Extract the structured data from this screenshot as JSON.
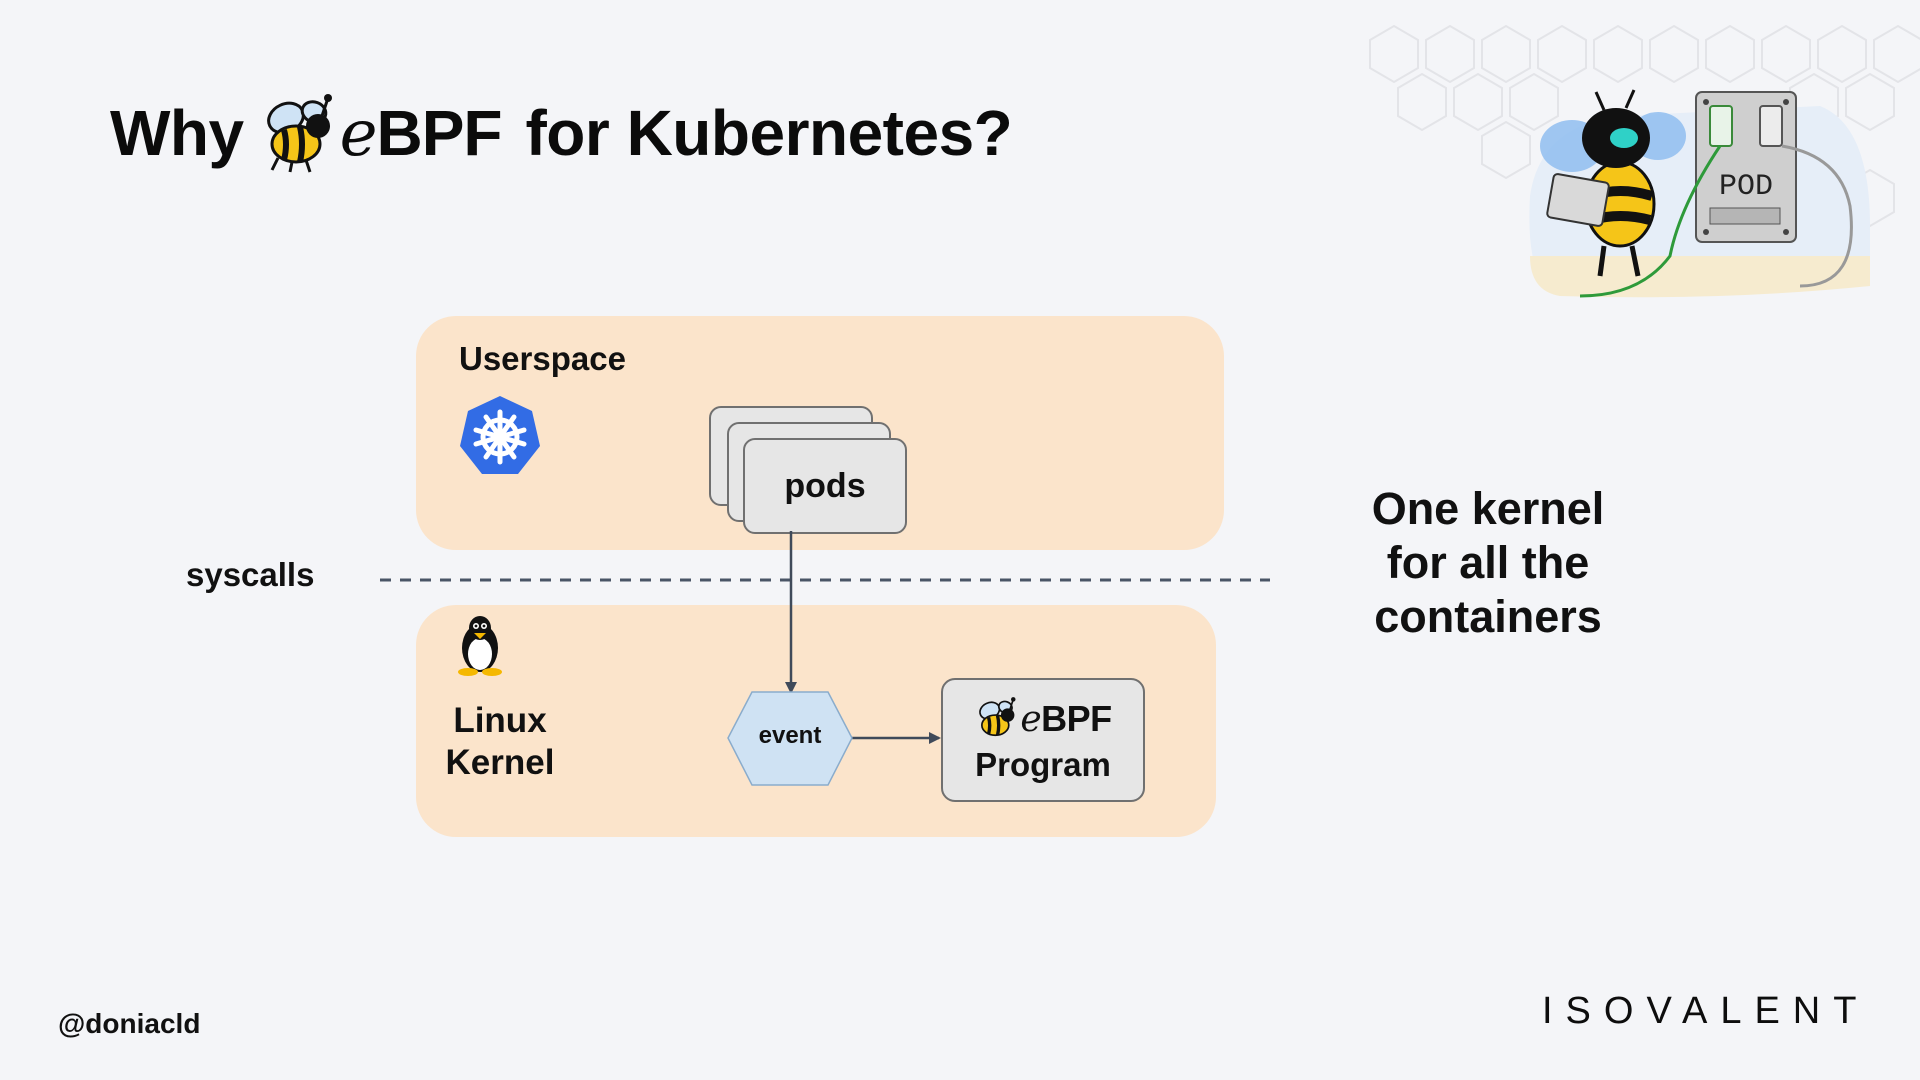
{
  "title": {
    "prefix": "Why",
    "logo_e": "e",
    "logo_bpf": "BPF",
    "suffix": "for Kubernetes?"
  },
  "diagram": {
    "userspace_label": "Userspace",
    "syscalls_label": "syscalls",
    "pods_label": "pods",
    "kernel_label_line1": "Linux",
    "kernel_label_line2": "Kernel",
    "event_label": "event",
    "program_logo_e": "e",
    "program_logo_bpf": "BPF",
    "program_label": "Program",
    "icons": {
      "kubernetes": "kubernetes-icon",
      "linux": "tux-penguin-icon",
      "ebpf": "bee-icon"
    }
  },
  "side_note": {
    "line1": "One kernel",
    "line2": "for all the",
    "line3": "containers"
  },
  "illustration": {
    "pod_label": "POD"
  },
  "footer": {
    "handle": "@doniacld",
    "company": "ISOVALENT"
  },
  "colors": {
    "background": "#f4f5f8",
    "panel": "#fbe4cb",
    "card": "#e6e6e6",
    "event_hex": "#cfe2f3",
    "kubernetes_blue": "#326ce5",
    "bee_yellow": "#f5c518"
  }
}
